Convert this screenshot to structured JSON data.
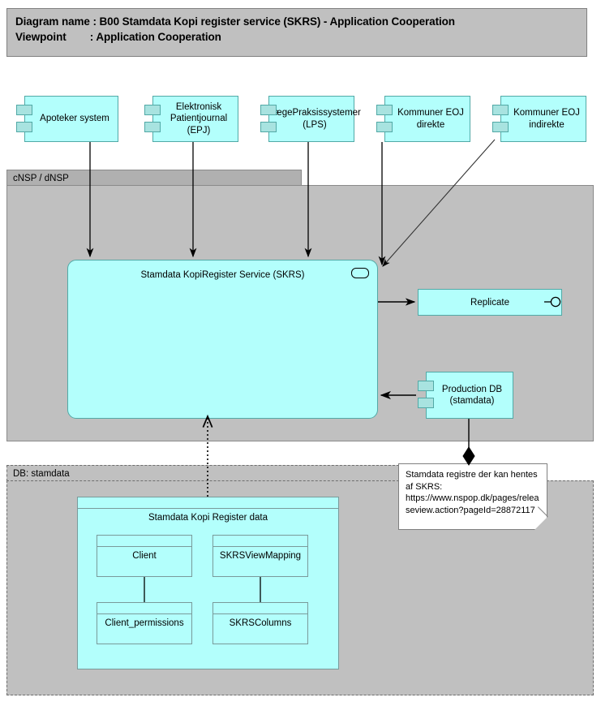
{
  "header": {
    "line1": "Diagram name : B00 Stamdata Kopi register service (SKRS) - Application Cooperation",
    "line2": "Viewpoint        : Application Cooperation"
  },
  "top_components": [
    {
      "label": "Apoteker system",
      "icon": "application-component-icon"
    },
    {
      "label": "Elektronisk Patientjournal (EPJ)",
      "icon": "application-component-icon"
    },
    {
      "label": "LægePraksissystemer (LPS)",
      "icon": "application-component-icon"
    },
    {
      "label": "Kommuner EOJ direkte",
      "icon": "application-component-icon"
    },
    {
      "label": "Kommuner EOJ indirekte",
      "icon": "application-component-icon"
    }
  ],
  "groups": {
    "nsp": {
      "label": "cNSP / dNSP",
      "style": "solid"
    },
    "db": {
      "label": "DB: stamdata",
      "style": "dashed"
    }
  },
  "service": {
    "label": "Stamdata KopiRegister Service (SKRS)",
    "icon": "application-service-icon"
  },
  "interface": {
    "label": "Replicate",
    "icon": "application-interface-lollipop-icon"
  },
  "production_db": {
    "label": "Production DB (stamdata)",
    "icon": "application-component-icon"
  },
  "note": {
    "text": "Stamdata registre der kan hentes af SKRS: https://www.nspop.dk/pages/releaseview.action?pageId=28872117"
  },
  "data_group": {
    "label": "Stamdata Kopi Register data",
    "objects": [
      {
        "label": "Client"
      },
      {
        "label": "SKRSViewMapping"
      },
      {
        "label": "Client_permissions"
      },
      {
        "label": "SKRSColumns"
      }
    ]
  },
  "colors": {
    "element_fill": "#b3fffc",
    "element_stroke": "#52a9a6",
    "group_fill": "#c0c0c0",
    "group_tab_fill": "#b0b0b0",
    "connector": "#000000",
    "note_fill": "#ffffff"
  }
}
